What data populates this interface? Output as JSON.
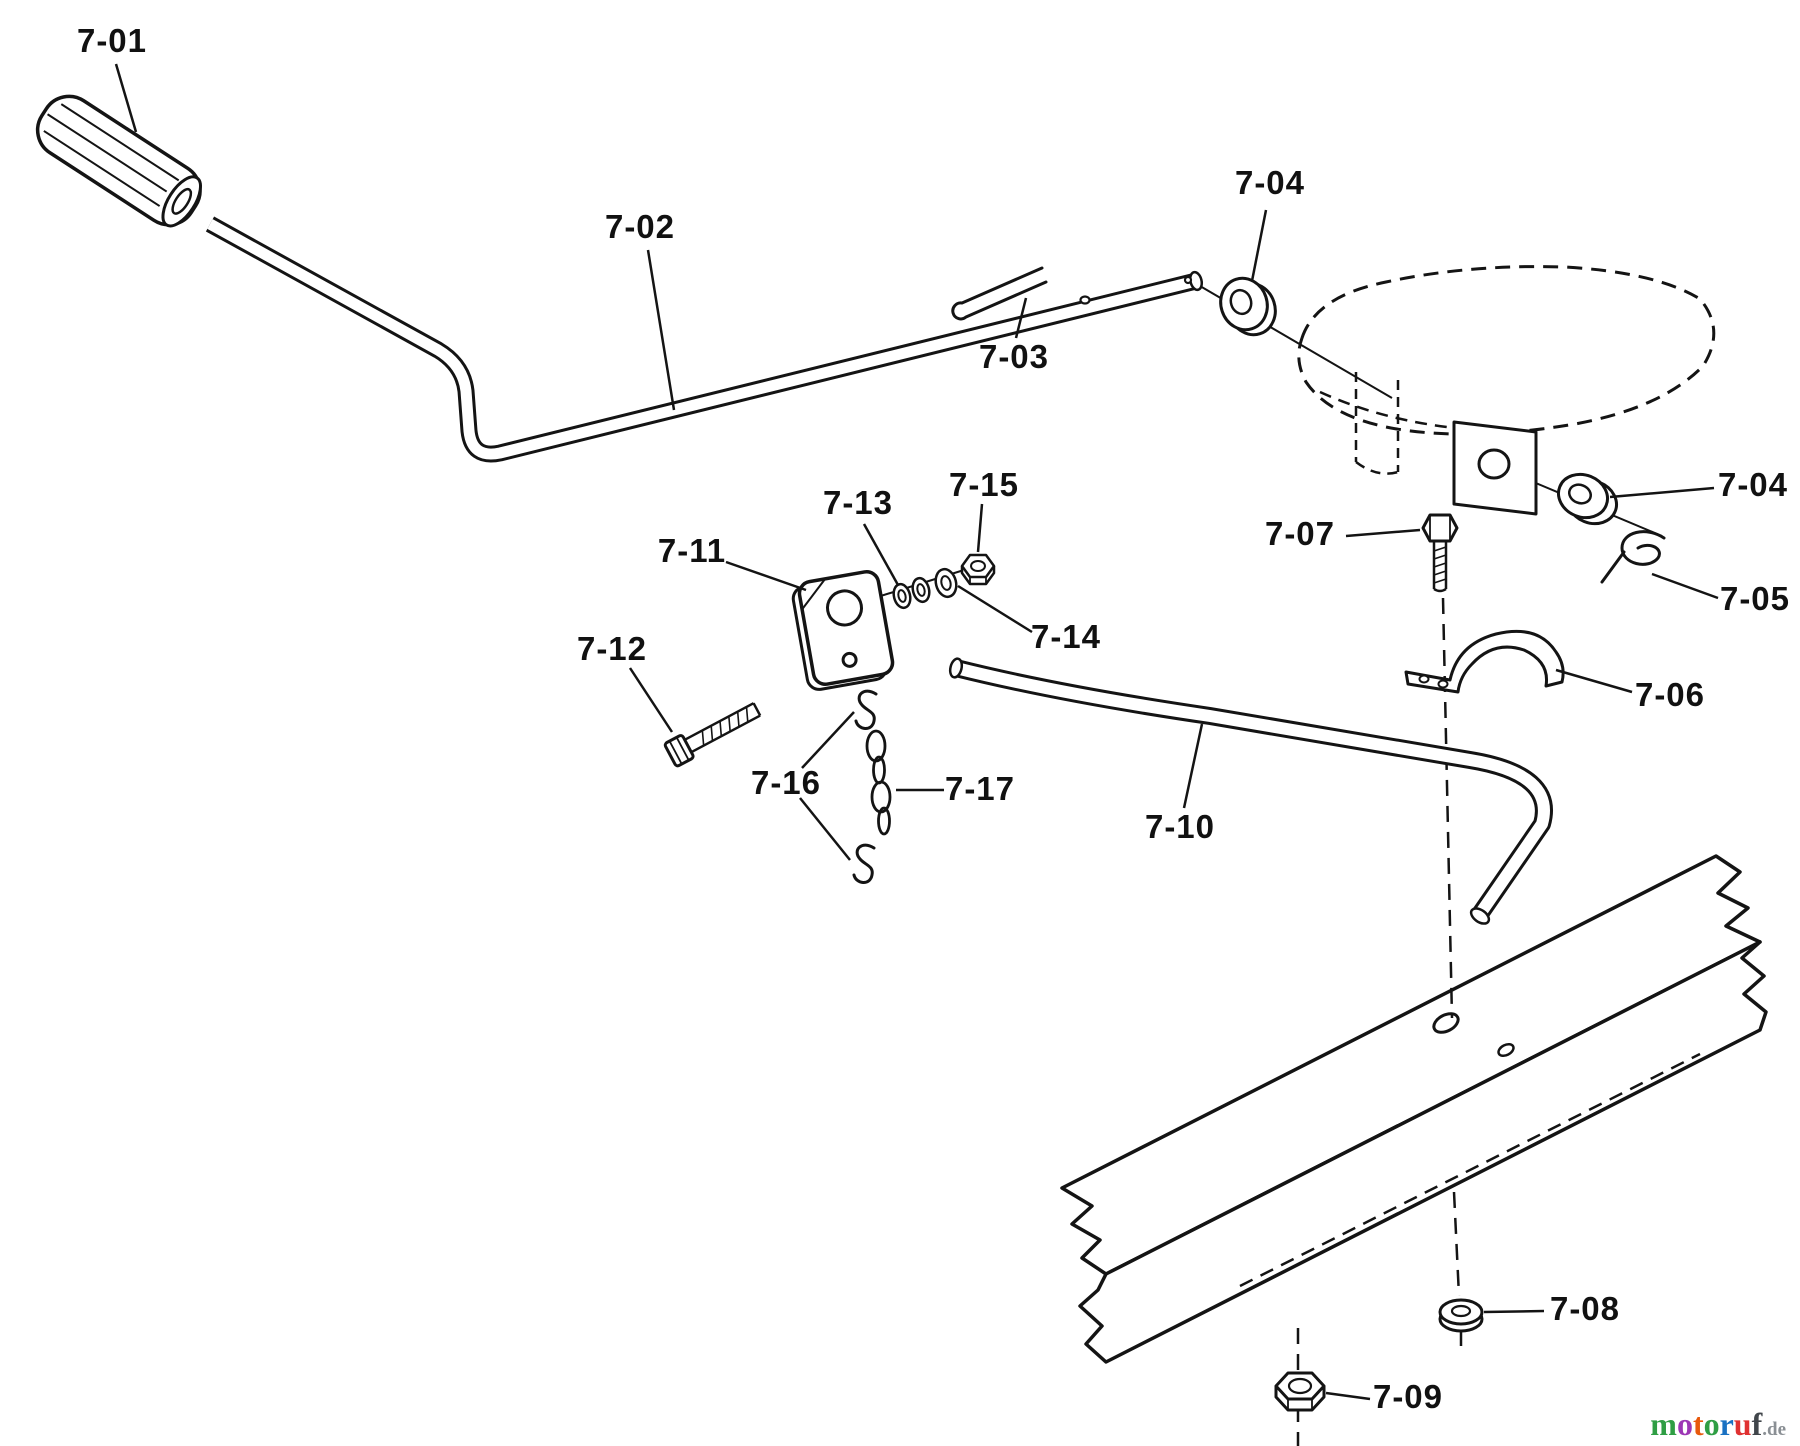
{
  "diagram": {
    "background_color": "#ffffff",
    "line_color": "#141414",
    "labels": {
      "l01": "7-01",
      "l02": "7-02",
      "l03": "7-03",
      "l04a": "7-04",
      "l04b": "7-04",
      "l05": "7-05",
      "l06": "7-06",
      "l07": "7-07",
      "l08": "7-08",
      "l09": "7-09",
      "l10": "7-10",
      "l11": "7-11",
      "l12": "7-12",
      "l13": "7-13",
      "l14": "7-14",
      "l15": "7-15",
      "l16": "7-16",
      "l17": "7-17"
    }
  },
  "watermark": {
    "letters": [
      {
        "ch": "m",
        "color": "#2f9e44"
      },
      {
        "ch": "o",
        "color": "#9c36b5"
      },
      {
        "ch": "t",
        "color": "#e8590c"
      },
      {
        "ch": "o",
        "color": "#2f9e44"
      },
      {
        "ch": "r",
        "color": "#1971c2"
      },
      {
        "ch": "u",
        "color": "#e03131"
      },
      {
        "ch": "f",
        "color": "#41464b"
      }
    ],
    "suffix": {
      "ch": ".de",
      "color": "#8a8f94"
    }
  }
}
